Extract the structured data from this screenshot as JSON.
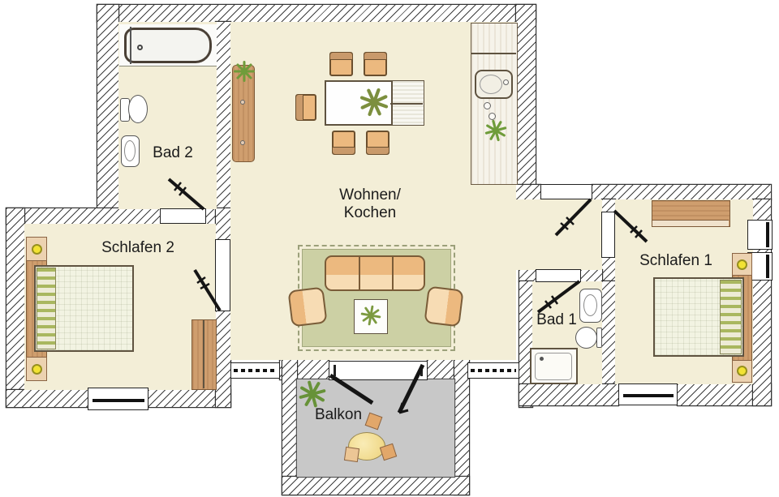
{
  "rooms": {
    "bad2": {
      "label": "Bad 2"
    },
    "schlafen2": {
      "label": "Schlafen 2"
    },
    "wohnen_kochen": {
      "label_lines": [
        "Wohnen/",
        "Kochen"
      ]
    },
    "bad1": {
      "label": "Bad 1"
    },
    "schlafen1": {
      "label": "Schlafen 1"
    },
    "balkon": {
      "label": "Balkon"
    }
  },
  "colors": {
    "floor": "#f3eed7",
    "balcony-floor": "#c8c8c8",
    "rug": "#ccd0a4",
    "upholstery": "#ecb97f",
    "upholstery-light": "#f7dcb4",
    "wood": "#cf9e6e",
    "plant": "#6f9c3a",
    "lamp": "#f2e233",
    "label-text": "#1b1b1b"
  }
}
